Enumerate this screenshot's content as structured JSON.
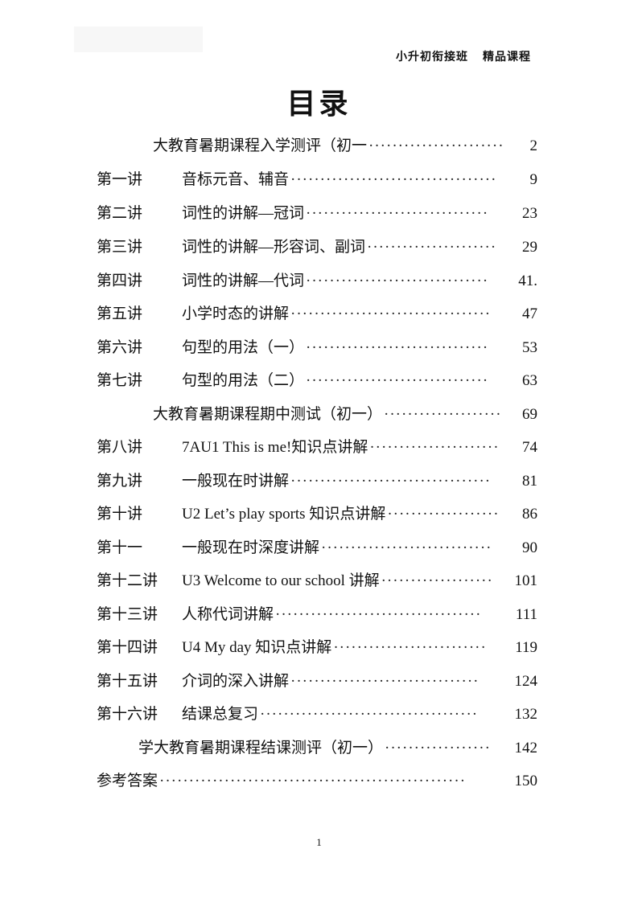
{
  "header": {
    "course_tag_left": "小升初衔接班",
    "course_tag_right": "精品课程"
  },
  "title": "目录",
  "toc": {
    "entries": [
      {
        "lecture": "",
        "topic": "大教育暑期课程入学测评（初一",
        "dots": "…………………",
        "page": "2",
        "style": "special"
      },
      {
        "lecture": "第一讲",
        "topic": "音标元音、辅音",
        "dots": "…………………………………",
        "page": "9"
      },
      {
        "lecture": "第二讲",
        "topic": "词性的讲解—冠词",
        "dots": " ……………………………",
        "page": " 23"
      },
      {
        "lecture": "第三讲",
        "topic": "词性的讲解—形容词、副词",
        "dots": " …………………",
        "page": " 29"
      },
      {
        "lecture": "第四讲",
        "topic": "词性的讲解—代词",
        "dots": " ……………………………",
        "page": "41."
      },
      {
        "lecture": "第五讲",
        "topic": "小学时态的讲解",
        "dots": "   ……………………………",
        "page": "47"
      },
      {
        "lecture": "第六讲",
        "topic": "句型的用法（一）",
        "dots": " ……………………………",
        "page": "53"
      },
      {
        "lecture": "第七讲",
        "topic": "句型的用法（二）",
        "dots": " ……………………………",
        "page": "63"
      },
      {
        "lecture": "",
        "topic": "大教育暑期课程期中测试（初一）",
        "dots": "……………….....",
        "page": "69",
        "style": "special"
      },
      {
        "lecture": "第八讲",
        "topic": "7AU1 This is me!知识点讲解",
        "dots": "   ……………… ",
        "page": "74"
      },
      {
        "lecture": "第九讲",
        "topic": "一般现在时讲解",
        "dots": "    ……………………………",
        "page": "81"
      },
      {
        "lecture": "第十讲",
        "topic": "U2 Let’s play sports  知识点讲解",
        "dots": "……………",
        "page": "86"
      },
      {
        "lecture": "第十一",
        "topic": "一般现在时深度讲解",
        "dots": " ……………………………",
        "page": "90"
      },
      {
        "lecture": "第十二讲",
        "topic": "U3 Welcome to our school  讲解",
        "dots": "………………",
        "page": "101"
      },
      {
        "lecture": "第十三讲",
        "topic": "人称代词讲解",
        "dots": " ………………………………….",
        "page": "111"
      },
      {
        "lecture": "第十四讲",
        "topic": "U4 My day 知识点讲解",
        "dots": " ………………………",
        "page": "119"
      },
      {
        "lecture": "第十五讲",
        "topic": "介词的深入讲解",
        "dots": "………………………………… ",
        "page": "124"
      },
      {
        "lecture": "第十六讲",
        "topic": "结课总复习",
        "dots": "…………………………………… ",
        "page": "132"
      },
      {
        "lecture": "",
        "topic": "学大教育暑期课程结课测评（初一）",
        "dots": "………………",
        "page": "142",
        "style": "special2"
      },
      {
        "lecture": "",
        "topic": "参考答案",
        "dots": "………………………………………………… ",
        "page": "150",
        "style": "answers"
      }
    ]
  },
  "footer": {
    "page_number": "1"
  }
}
